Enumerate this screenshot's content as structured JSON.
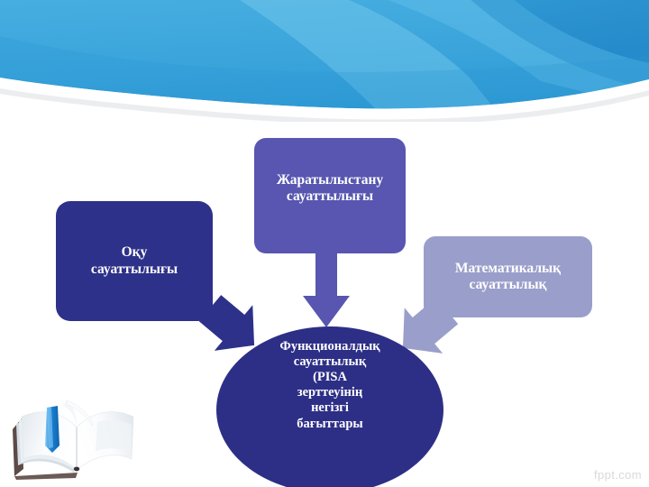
{
  "slide": {
    "background_color": "#FFFFFF",
    "watermark": "fppt.com"
  },
  "header": {
    "name": "blue-curved-banner",
    "colors": {
      "base": "#3CA6DC",
      "light_swoosh": "#6FC3E8",
      "mid_swoosh": "#4FB2E0",
      "dark_swoosh": "#2189C9",
      "deep_swoosh": "#1E83C4",
      "edge_white": "#FFFFFF"
    }
  },
  "diagram": {
    "nodes": [
      {
        "id": "reading",
        "label": "Оқу\nсауаттылығы",
        "lines": [
          "Оқу",
          "сауаттылығы"
        ],
        "color": "#2E3189",
        "text_color": "#FFFFFF",
        "shape": "rounded-rectangle"
      },
      {
        "id": "science",
        "label": "Жаратылыстану\nсауаттылығы",
        "lines": [
          "Жаратылыстану",
          "сауаттылығы"
        ],
        "color": "#5856B0",
        "text_color": "#FFFFFF",
        "shape": "rounded-rectangle"
      },
      {
        "id": "math",
        "label": "Математикалық\nсауаттылық",
        "lines": [
          "Математикалық",
          "сауаттылық"
        ],
        "color": "#9A9ECA",
        "text_color": "#FFFFFF",
        "shape": "rounded-rectangle"
      },
      {
        "id": "center",
        "label": "Функционалдық сауаттылық (PISA зерттеуінің негізгі бағыттары",
        "lines": [
          "Функционалдық",
          "сауаттылық",
          "(PISA",
          "зерттеуінің",
          "негізгі",
          "бағыттары"
        ],
        "color": "#2D2F86",
        "text_color": "#FFFFFF",
        "shape": "ellipse"
      }
    ],
    "arrows": [
      {
        "id": "reading-to-center",
        "direction": "down-right",
        "color": "#2E3189",
        "from": "reading",
        "to": "center"
      },
      {
        "id": "science-to-center",
        "direction": "down",
        "color": "#5856B0",
        "from": "science",
        "to": "center"
      },
      {
        "id": "math-to-center",
        "direction": "down-left",
        "color": "#9A9ECA",
        "from": "math",
        "to": "center"
      }
    ]
  },
  "decor": {
    "book": {
      "name": "open-book-illustration",
      "page_color": "#FDFDFD",
      "shade_color": "#E4E9EE",
      "cover_color": "#5B4A46",
      "bookmark_color": "#1E86D8"
    }
  }
}
